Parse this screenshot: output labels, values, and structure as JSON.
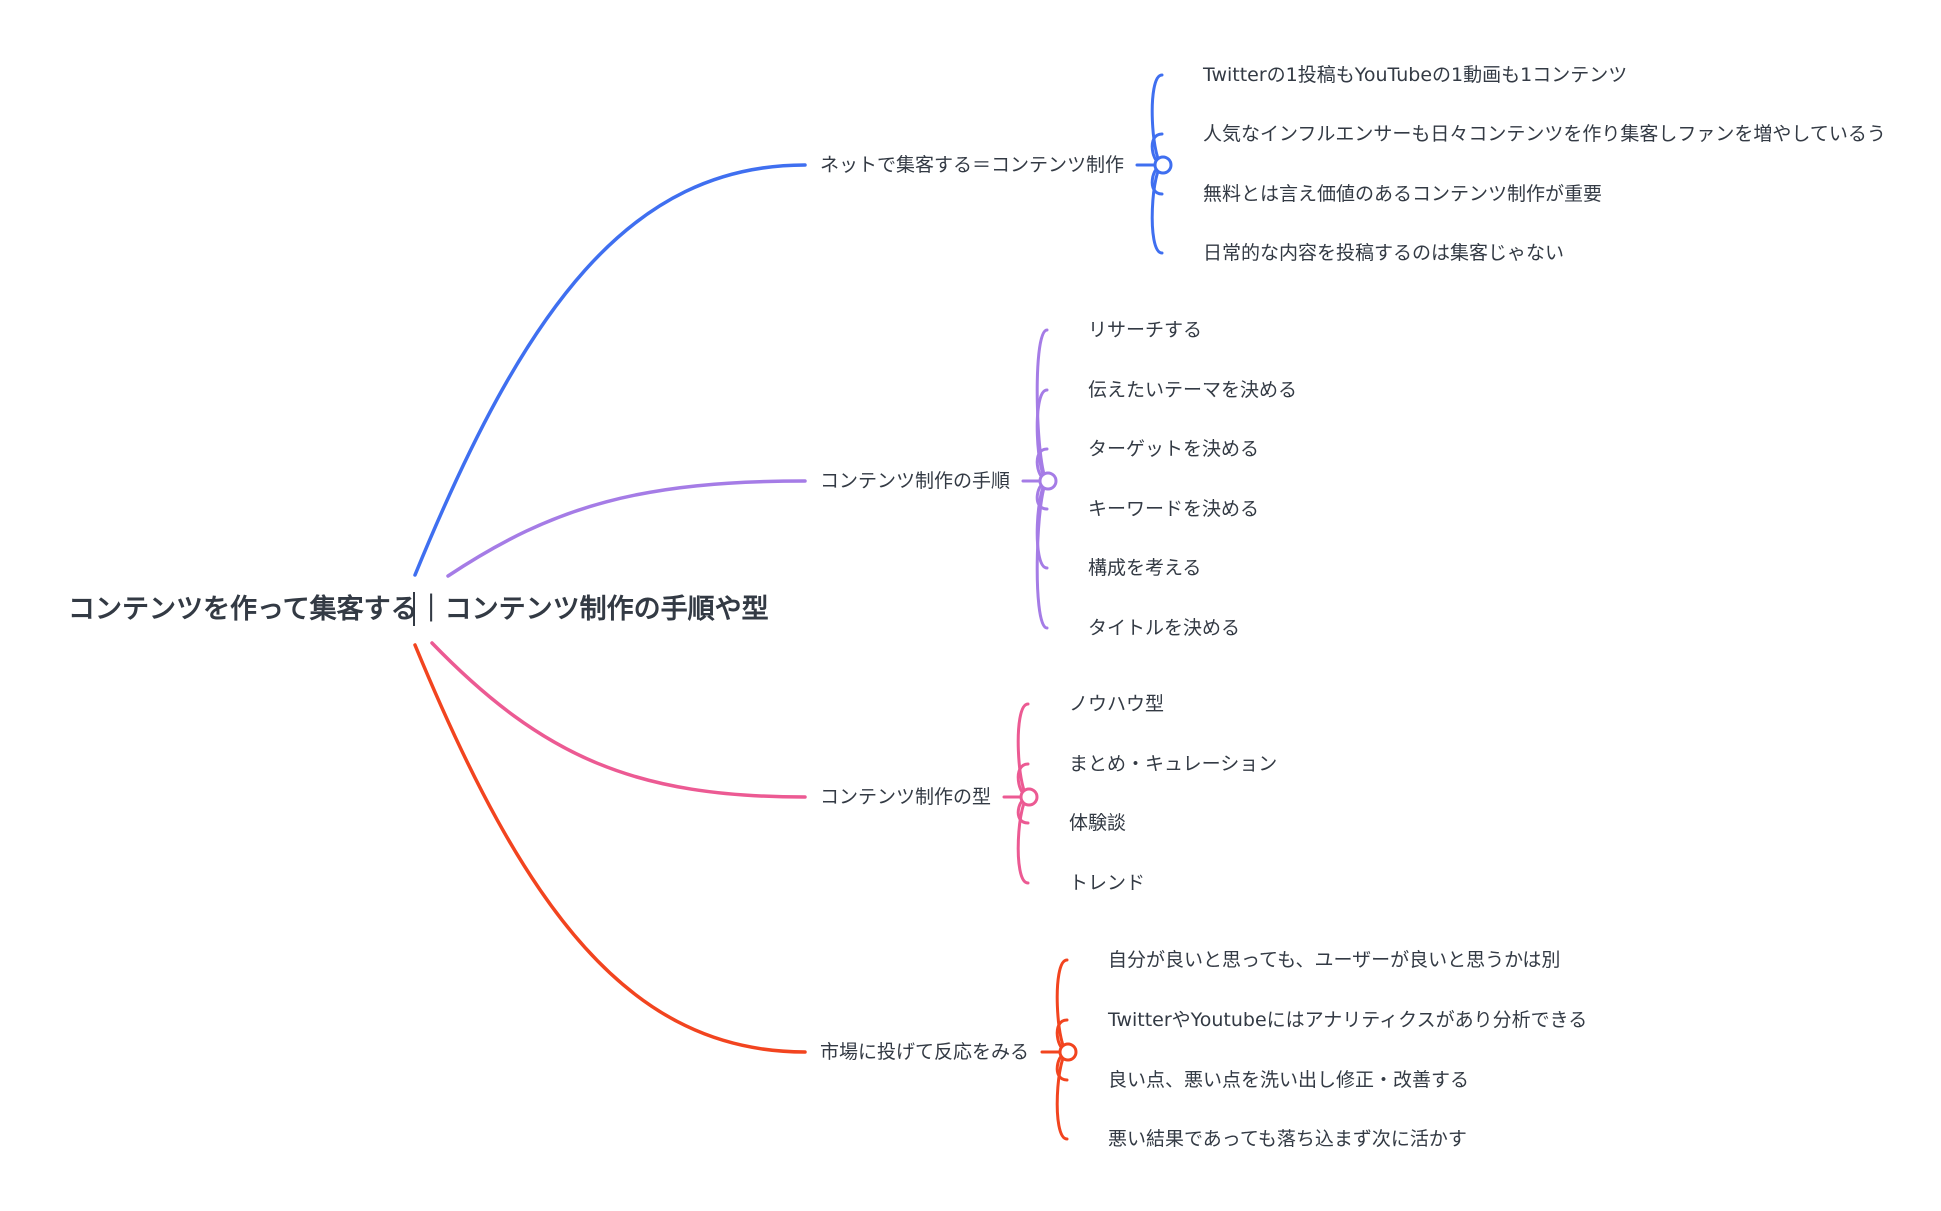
{
  "root": {
    "title": "コンテンツを作って集客する｜コンテンツ制作の手順や型"
  },
  "branches": [
    {
      "label": "ネットで集客する＝コンテンツ制作",
      "color": "#3f6ff0",
      "children": [
        "Twitterの1投稿もYouTubeの1動画も1コンテンツ",
        "人気なインフルエンサーも日々コンテンツを作り集客しファンを増やしているう",
        "無料とは言え価値のあるコンテンツ制作が重要",
        "日常的な内容を投稿するのは集客じゃない"
      ]
    },
    {
      "label": "コンテンツ制作の手順",
      "color": "#a57ce6",
      "children": [
        "リサーチする",
        "伝えたいテーマを決める",
        "ターゲットを決める",
        "キーワードを決める",
        "構成を考える",
        "タイトルを決める"
      ]
    },
    {
      "label": "コンテンツ制作の型",
      "color": "#ec5a93",
      "children": [
        "ノウハウ型",
        "まとめ・キュレーション",
        "体験談",
        "トレンド"
      ]
    },
    {
      "label": "市場に投げて反応をみる",
      "color": "#f2441f",
      "children": [
        "自分が良いと思っても、ユーザーが良いと思うかは別",
        "TwitterやYoutubeにはアナリティクスがあり分析できる",
        "良い点、悪い点を洗い出し修正・改善する",
        "悪い結果であっても落ち込まず次に活かす"
      ]
    }
  ]
}
